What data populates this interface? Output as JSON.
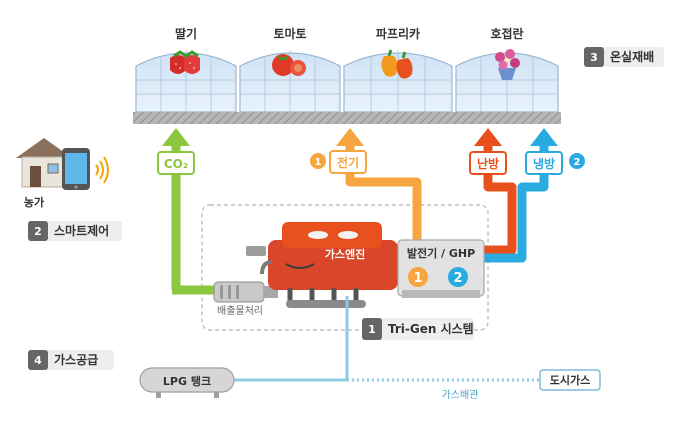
{
  "crops": [
    "딸기",
    "토마토",
    "파프리카",
    "호접란"
  ],
  "greenhouse_label": "온실재배",
  "smart_control_label": "스마트제어",
  "farm_label": "농가",
  "trigen_label": "Tri-Gen 시스템",
  "gas_supply_label": "가스공급",
  "engine_label": "가스엔진",
  "generator_label": "발전기 / GHP",
  "exhaust_label": "배출물처리",
  "co2_label": "CO₂",
  "electricity_label": "전기",
  "heating_label": "난방",
  "cooling_label": "냉방",
  "lpg_tank_label": "LPG 탱크",
  "city_gas_label": "도시가스",
  "gas_pipe_label": "가스배관",
  "badges": {
    "greenhouse": "3",
    "smart_control": "2",
    "trigen": "1",
    "gas_supply": "4",
    "electricity": "1",
    "cooling": "2",
    "generator_1": "1",
    "generator_2": "2"
  },
  "colors": {
    "co2_green": "#8CC63F",
    "electric_orange": "#F7A541",
    "heating_red": "#E8501E",
    "cooling_blue": "#29ABE2",
    "badge_gray": "#666666",
    "engine_orange": "#E8501E"
  }
}
